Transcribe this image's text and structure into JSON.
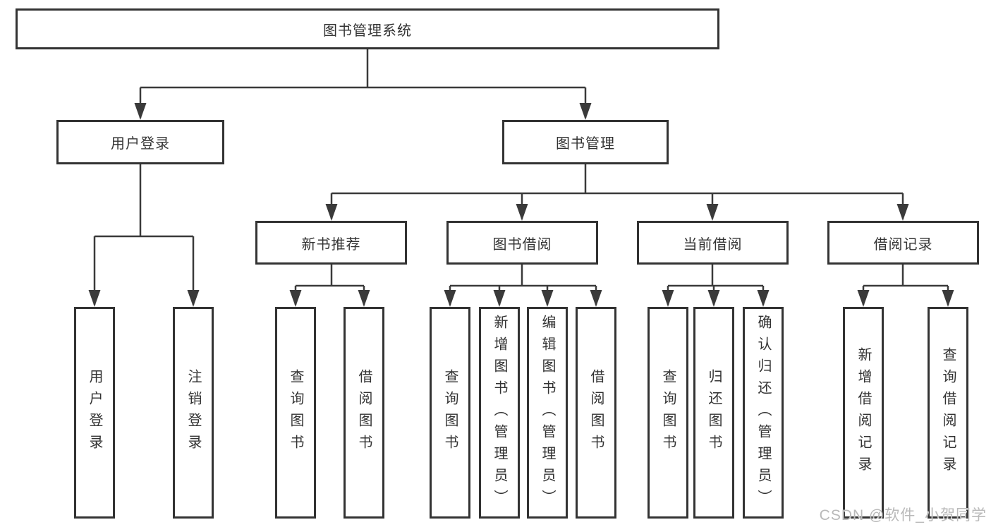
{
  "tree": {
    "root": {
      "label": "图书管理系统",
      "children": [
        {
          "label": "用户登录",
          "children": [
            {
              "label": "用户登录"
            },
            {
              "label": "注销登录"
            }
          ]
        },
        {
          "label": "图书管理",
          "children": [
            {
              "label": "新书推荐",
              "children": [
                {
                  "label": "查询图书"
                },
                {
                  "label": "借阅图书"
                }
              ]
            },
            {
              "label": "图书借阅",
              "children": [
                {
                  "label": "查询图书"
                },
                {
                  "label": "新增图书（管理员）"
                },
                {
                  "label": "编辑图书（管理员）"
                },
                {
                  "label": "借阅图书"
                }
              ]
            },
            {
              "label": "当前借阅",
              "children": [
                {
                  "label": "查询图书"
                },
                {
                  "label": "归还图书"
                },
                {
                  "label": "确认归还（管理员）"
                }
              ]
            },
            {
              "label": "借阅记录",
              "children": [
                {
                  "label": "新增借阅记录"
                },
                {
                  "label": "查询借阅记录"
                }
              ]
            }
          ]
        }
      ]
    }
  },
  "watermark": {
    "text": "CSDN @软件_小贺同学"
  },
  "colors": {
    "line": "#3a3a3a",
    "box_border": "#333333",
    "text": "#333333",
    "watermark": "#b9b9b9",
    "background": "#ffffff"
  }
}
